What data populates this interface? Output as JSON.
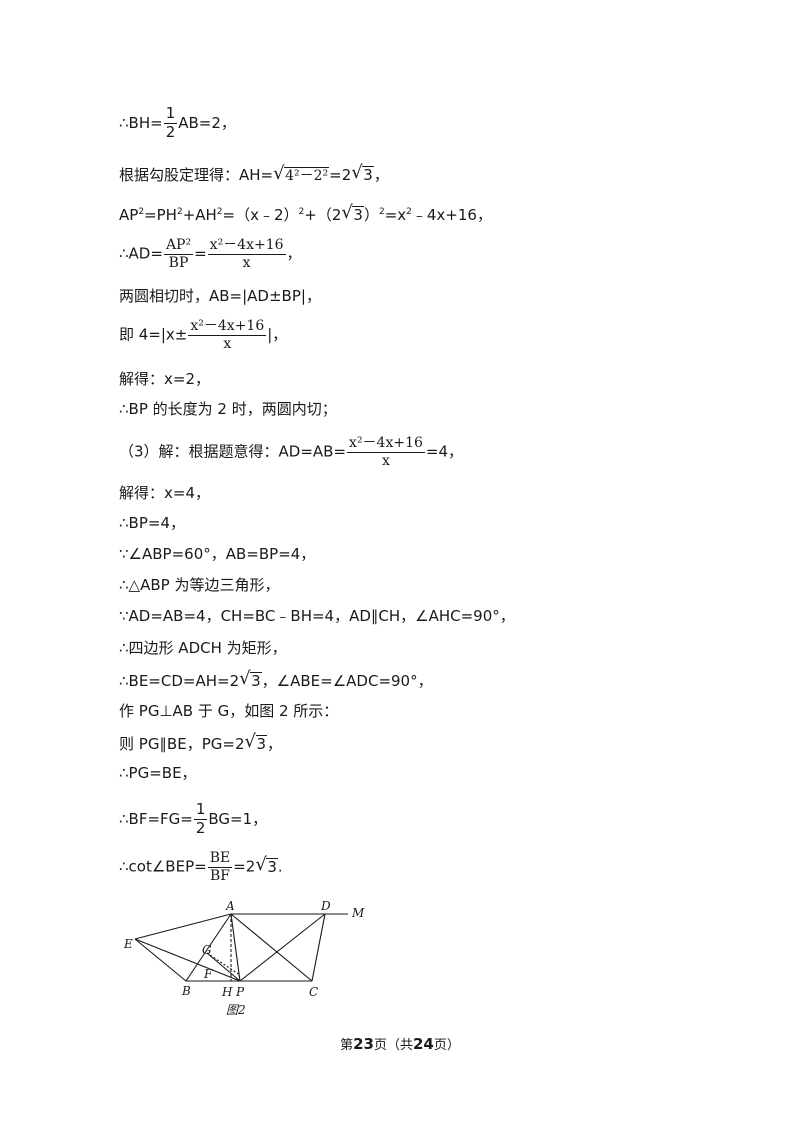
{
  "lines": {
    "l1": {
      "prefix": "∴BH=",
      "frac_num": "1",
      "frac_den": "2",
      "suffix": "AB=2，"
    },
    "l2": {
      "prefix": "根据勾股定理得：AH=",
      "root": "4²－2²",
      "mid": "=2",
      "root2": "3",
      "suffix": "，"
    },
    "l3": {
      "part1": "AP",
      "part2": "=PH",
      "part3": "+AH",
      "part4": "=（x﹣2）",
      "part5": "+（2",
      "root": "3",
      "part6": "）",
      "part7": "=x",
      "part8": "﹣4x+16，",
      "sup": "2"
    },
    "l4": {
      "prefix": "∴AD=",
      "frac1_num": "AP²",
      "frac1_den": "BP",
      "eq": "=",
      "frac2_num": "x²－4x+16",
      "frac2_den": "x",
      "suffix": "，"
    },
    "l5": "两圆相切时，AB=|AD±BP|，",
    "l6": {
      "prefix": "即 4=|x±",
      "frac_num": "x²－4x+16",
      "frac_den": "x",
      "suffix": "|，"
    },
    "l7": "解得：x=2，",
    "l8": "∴BP 的长度为 2 时，两圆内切；",
    "l9": {
      "prefix": "（3）解：根据题意得：AD=AB=",
      "frac_num": "x²－4x+16",
      "frac_den": "x",
      "suffix": "=4，"
    },
    "l10": "解得：x=4，",
    "l11": "∴BP=4，",
    "l12": "∵∠ABP=60°，AB=BP=4，",
    "l13": "∴△ABP 为等边三角形，",
    "l14": "∵AD=AB=4，CH=BC﹣BH=4，AD∥CH，∠AHC=90°，",
    "l15": "∴四边形 ADCH 为矩形，",
    "l16": {
      "prefix": "∴BE=CD=AH=2",
      "root": "3",
      "suffix": "，∠ABE=∠ADC=90°，"
    },
    "l17": "作 PG⊥AB 于 G，如图 2 所示：",
    "l18": {
      "prefix": "则 PG∥BE，PG=2",
      "root": "3",
      "suffix": "，"
    },
    "l19": "∴PG=BE，",
    "l20": {
      "prefix": "∴BF=FG=",
      "frac_num": "1",
      "frac_den": "2",
      "suffix": "BG=1，"
    },
    "l21": {
      "prefix": "∴cot∠BEP=",
      "frac_num": "BE",
      "frac_den": "BF",
      "mid": "=2",
      "root": "3",
      "suffix": "."
    }
  },
  "figure": {
    "labels": {
      "A": "A",
      "D": "D",
      "M": "M",
      "E": "E",
      "G": "G",
      "F": "F",
      "B": "B",
      "H": "H",
      "P": "P",
      "C": "C"
    },
    "caption": "图2"
  },
  "footer": {
    "pre": "第",
    "page": "23",
    "mid": "页（共",
    "total": "24",
    "post": "页）"
  }
}
